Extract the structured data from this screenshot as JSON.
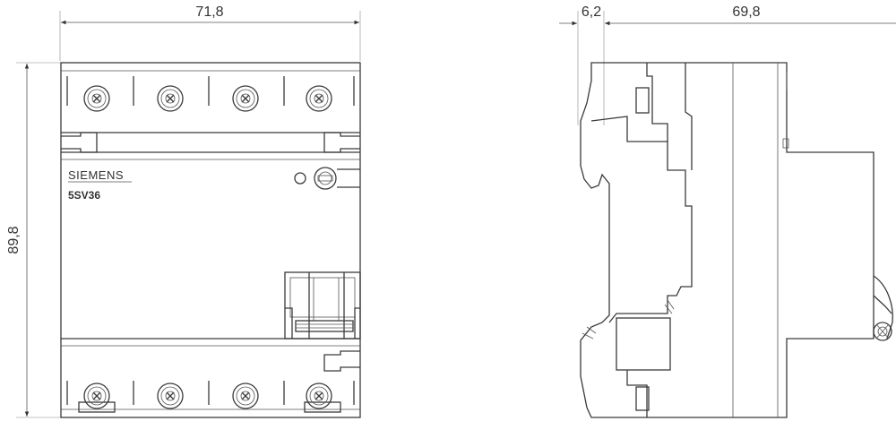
{
  "front_view": {
    "width_dimension": "71,8",
    "height_dimension": "89,8",
    "brand_label": "SIEMENS",
    "model_label": "5SV36",
    "terminal_count_per_row": 4
  },
  "side_view": {
    "offset_dimension": "6,2",
    "depth_dimension": "69,8"
  },
  "colors": {
    "line": "#3a3a3a",
    "background": "#ffffff"
  }
}
